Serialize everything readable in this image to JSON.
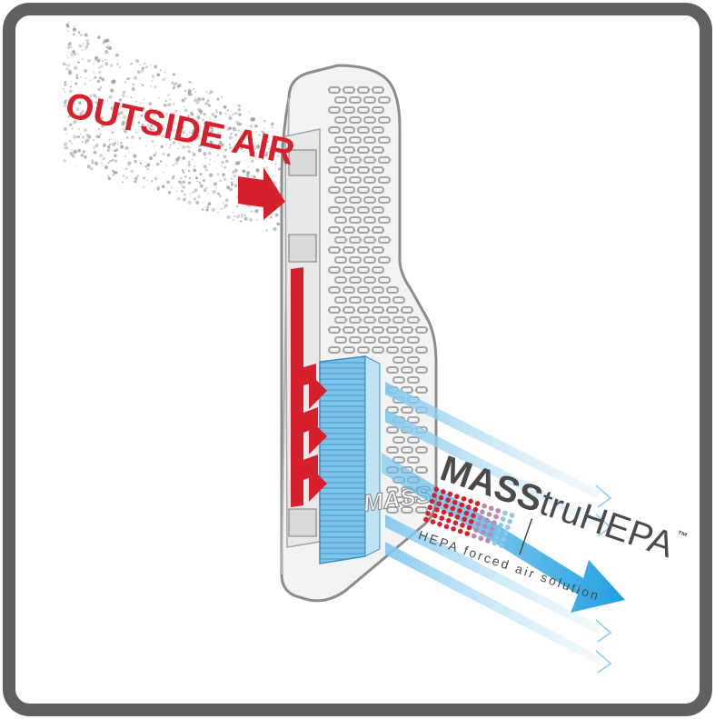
{
  "labels": {
    "outside_air": "OUTSIDE AIR",
    "brand_bold": "MASS",
    "brand_light": "truHEPA",
    "trademark": "™",
    "tagline": "HEPA forced air solution",
    "unit_logo": "MASS"
  },
  "colors": {
    "frame": "#5f6062",
    "intake_red": "#d6202c",
    "filter_blue": "#5fb2e2",
    "outflow_blue": "#2aa6e0",
    "housing_outline": "#8a8c8e",
    "particle_gray": "#9c9c9c"
  },
  "icons": {
    "intake_arrow": "arrow-right-icon",
    "outflow_arrow": "arrow-right-icon",
    "logo_grid": "dot-grid-icon"
  }
}
